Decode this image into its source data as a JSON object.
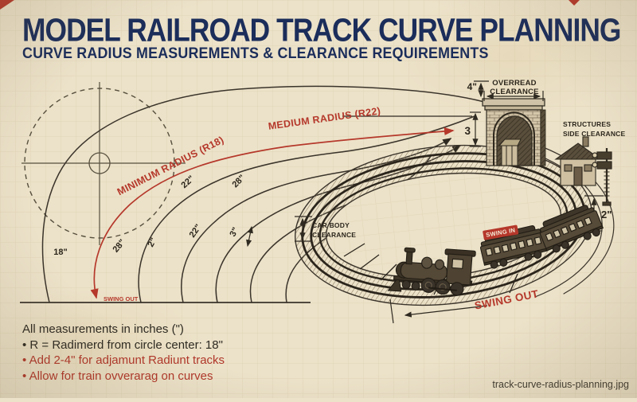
{
  "header": {
    "title": "MODEL RAILROAD TRACK CURVE PLANNING",
    "subtitle": "CURVE RADIUS MEASUREMENTS & CLEARANCE REQUIREMENTS"
  },
  "curves": {
    "minimum_radius_label": "MINIMUM RADIUS (R18)",
    "medium_radius_label": "MEDIUM RADIUS (R22)",
    "measurements": [
      "18\"",
      "28\"",
      "2\"",
      "22\"",
      "3\"",
      "22\"",
      "28\""
    ]
  },
  "clearances": {
    "overhead_line1": "OVERREAD",
    "overhead_line2": "CLEARANCE",
    "overhead_height": "4\"",
    "tunnel_gap": "3",
    "structures_line1": "STRUCTURES",
    "structures_line2": "SIDE CLEARANCE",
    "side_clearance": "2\"",
    "car_body_line1": "CAR BODY",
    "car_body_line2": "CLEARANCE"
  },
  "swing": {
    "in_label": "SWING IN",
    "out_label": "SWING OUT",
    "out_small": "SWING OUT"
  },
  "notes": {
    "line1": "All measurements in inches (\")",
    "line2": "• R = Radimerd from circle center: 18\"",
    "line3": "• Add 2-4\" for adjamunt Radiunt tracks",
    "line4": "• Allow for train ovverarag on curves"
  },
  "footer": {
    "filename": "track-curve-radius-planning.jpg"
  },
  "colors": {
    "paper": "#ece2c9",
    "ink": "#352e23",
    "red": "#b5382b",
    "navy": "#1b2d5a"
  }
}
